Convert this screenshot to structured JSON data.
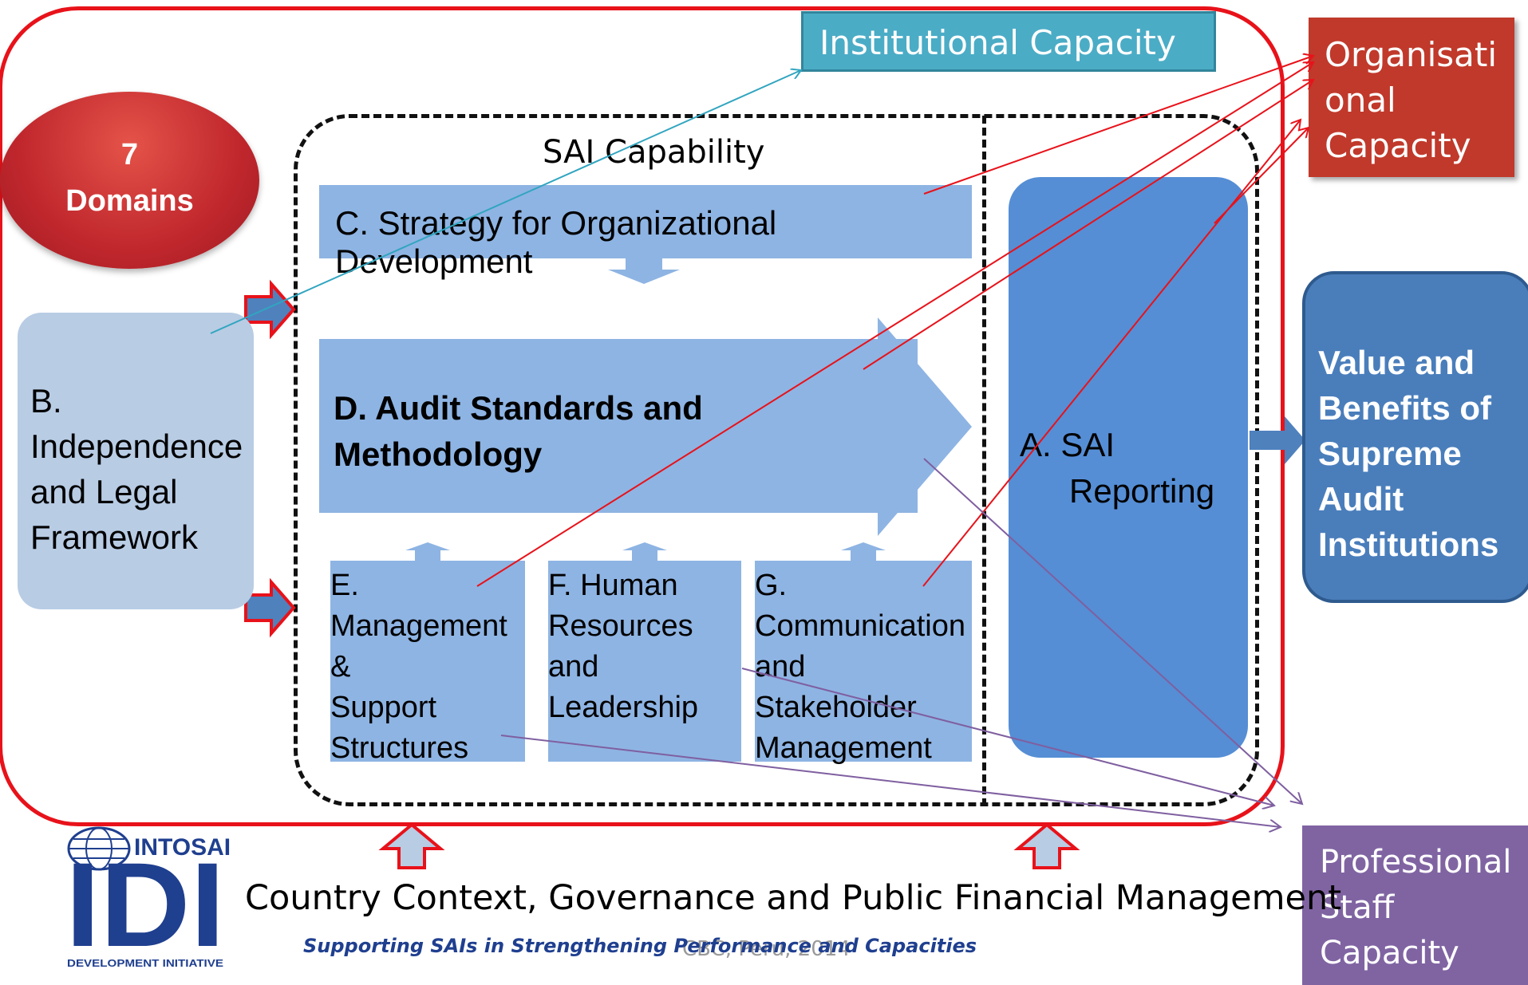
{
  "institutional_capacity": "Institutional Capacity",
  "organisational_capacity": [
    "Organisati",
    "onal",
    "Capacity"
  ],
  "seven_domains": [
    "7",
    "Domains"
  ],
  "sai_capability": "SAI Capability",
  "domain_c": "C. Strategy for Organizational Development",
  "domain_d": [
    "D. Audit Standards and",
    "Methodology"
  ],
  "domain_e": [
    "E.",
    "Management &",
    "Support",
    "Structures"
  ],
  "domain_f": [
    "F. Human",
    "Resources and",
    "Leadership"
  ],
  "domain_g": [
    "G.",
    "Communication",
    "and Stakeholder",
    "Management"
  ],
  "domain_b": [
    "B.",
    "Independence",
    "and Legal",
    "Framework"
  ],
  "domain_a": [
    "A. SAI",
    "Reporting"
  ],
  "value_benefits": [
    "Value and",
    "Benefits of",
    "Supreme",
    "Audit",
    "Institutions"
  ],
  "professional_staff": [
    "Professional",
    "Staff",
    "Capacity"
  ],
  "country_context": "Country Context, Governance and Public Financial Management",
  "logo": {
    "top_text": "INTOSAI",
    "main_text": "IDI",
    "bottom_text": "DEVELOPMENT INITIATIVE"
  },
  "tagline": "Supporting SAIs in Strengthening Performance and Capacities",
  "footer": "CBC, Peru, 2014",
  "colors": {
    "red": "#e8121a",
    "teal": "#4bacc6",
    "light_blue": "#8eb4e3",
    "blue": "#558ed5",
    "purple": "#8064a2"
  }
}
